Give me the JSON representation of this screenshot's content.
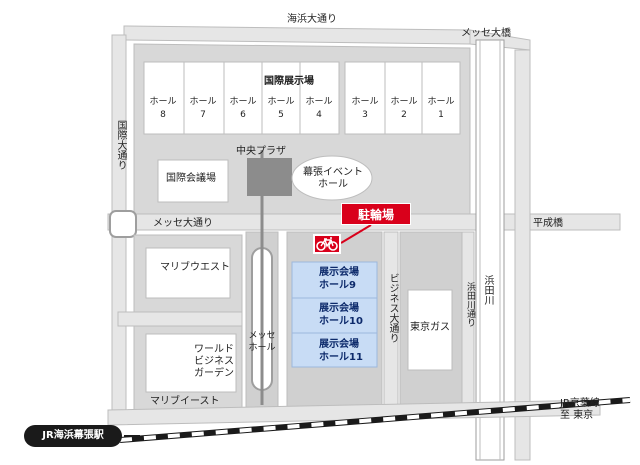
{
  "roads": {
    "top": "海浜大通り",
    "top_right": "メッセ大橋",
    "left": "国際大通り",
    "middle": "メッセ大通り",
    "middle_right": "平成橋",
    "bottom_inner": "マリブイースト",
    "right_vertical_1": "ビジネス大通り",
    "right_vertical_2": "浜田川通り",
    "river": "浜田川"
  },
  "buildings": {
    "international_exhibition": "国際展示場",
    "halls_left": [
      {
        "name": "ホール",
        "num": "8"
      },
      {
        "name": "ホール",
        "num": "7"
      },
      {
        "name": "ホール",
        "num": "6"
      },
      {
        "name": "ホール",
        "num": "5"
      },
      {
        "name": "ホール",
        "num": "4"
      }
    ],
    "halls_right": [
      {
        "name": "ホール",
        "num": "3"
      },
      {
        "name": "ホール",
        "num": "2"
      },
      {
        "name": "ホール",
        "num": "1"
      }
    ],
    "central_plaza": "中央プラザ",
    "conference_hall": "国際会議場",
    "event_hall_line1": "幕張イベント",
    "event_hall_line2": "ホール",
    "malibu_west": "マリブウエスト",
    "world_business_garden_1": "ワールド",
    "world_business_garden_2": "ビジネス",
    "world_business_garden_3": "ガーデン",
    "messe_hall_line1": "メッセ",
    "messe_hall_line2": "ホール",
    "tokyo_gas": "東京ガス",
    "exhibit_9_line1": "展示会場",
    "exhibit_9_line2": "ホール9",
    "exhibit_10_line1": "展示会場",
    "exhibit_10_line2": "ホール10",
    "exhibit_11_line1": "展示会場",
    "exhibit_11_line2": "ホール11"
  },
  "callout": {
    "parking": "駐輪場",
    "bike_icon": "bicycle-icon"
  },
  "rail": {
    "station": "JR海浜幕張駅",
    "line_name": "JR京葉線",
    "direction": "至 東京"
  },
  "colors": {
    "accent": "#d9001b",
    "exhibit_fill": "#c8dcf5",
    "building_gray": "#cfcfcf",
    "road_gray": "#bfbfbf"
  }
}
